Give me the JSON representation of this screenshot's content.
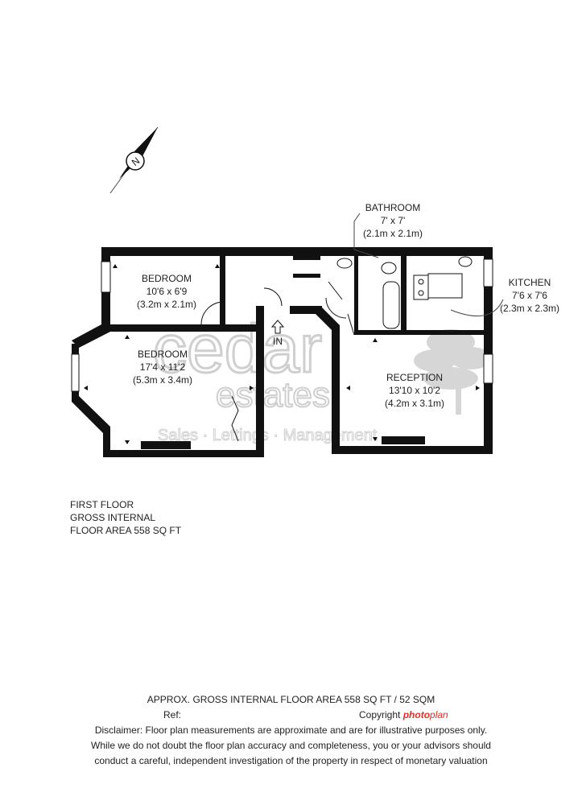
{
  "compass": {
    "north_label": "N"
  },
  "watermark": {
    "line1": "cedar",
    "line2": "estates",
    "line3": "Sales · Lettings · Management"
  },
  "rooms": [
    {
      "id": "bedroom1",
      "name": "BEDROOM",
      "imperial": "10'6 x 6'9",
      "metric": "(3.2m x 2.1m)"
    },
    {
      "id": "bedroom2",
      "name": "BEDROOM",
      "imperial": "17'4 x 11'2",
      "metric": "(5.3m x 3.4m)"
    },
    {
      "id": "bathroom",
      "name": "BATHROOM",
      "imperial": "7' x 7'",
      "metric": "(2.1m x 2.1m)"
    },
    {
      "id": "kitchen",
      "name": "KITCHEN",
      "imperial": "7'6 x 7'6",
      "metric": "(2.3m x 2.3m)"
    },
    {
      "id": "reception",
      "name": "RECEPTION",
      "imperial": "13'10 x 10'2",
      "metric": "(4.2m x 3.1m)"
    }
  ],
  "entrance_label": "IN",
  "floor_info": {
    "line1": "FIRST FLOOR",
    "line2": "GROSS INTERNAL",
    "line3": "FLOOR AREA 558 SQ FT"
  },
  "footer": {
    "area": "APPROX. GROSS INTERNAL FLOOR AREA 558 SQ FT / 52 SQM",
    "ref": "Ref:",
    "copyright": "Copyright",
    "logo_photo": "photo",
    "logo_plan": "plan",
    "disclaimer1": "Disclaimer: Floor plan measurements are approximate and are for illustrative purposes only.",
    "disclaimer2": "While we do not doubt the floor plan accuracy and completeness, you or your advisors should",
    "disclaimer3": "conduct a careful, independent investigation of the property in respect of monetary valuation"
  }
}
